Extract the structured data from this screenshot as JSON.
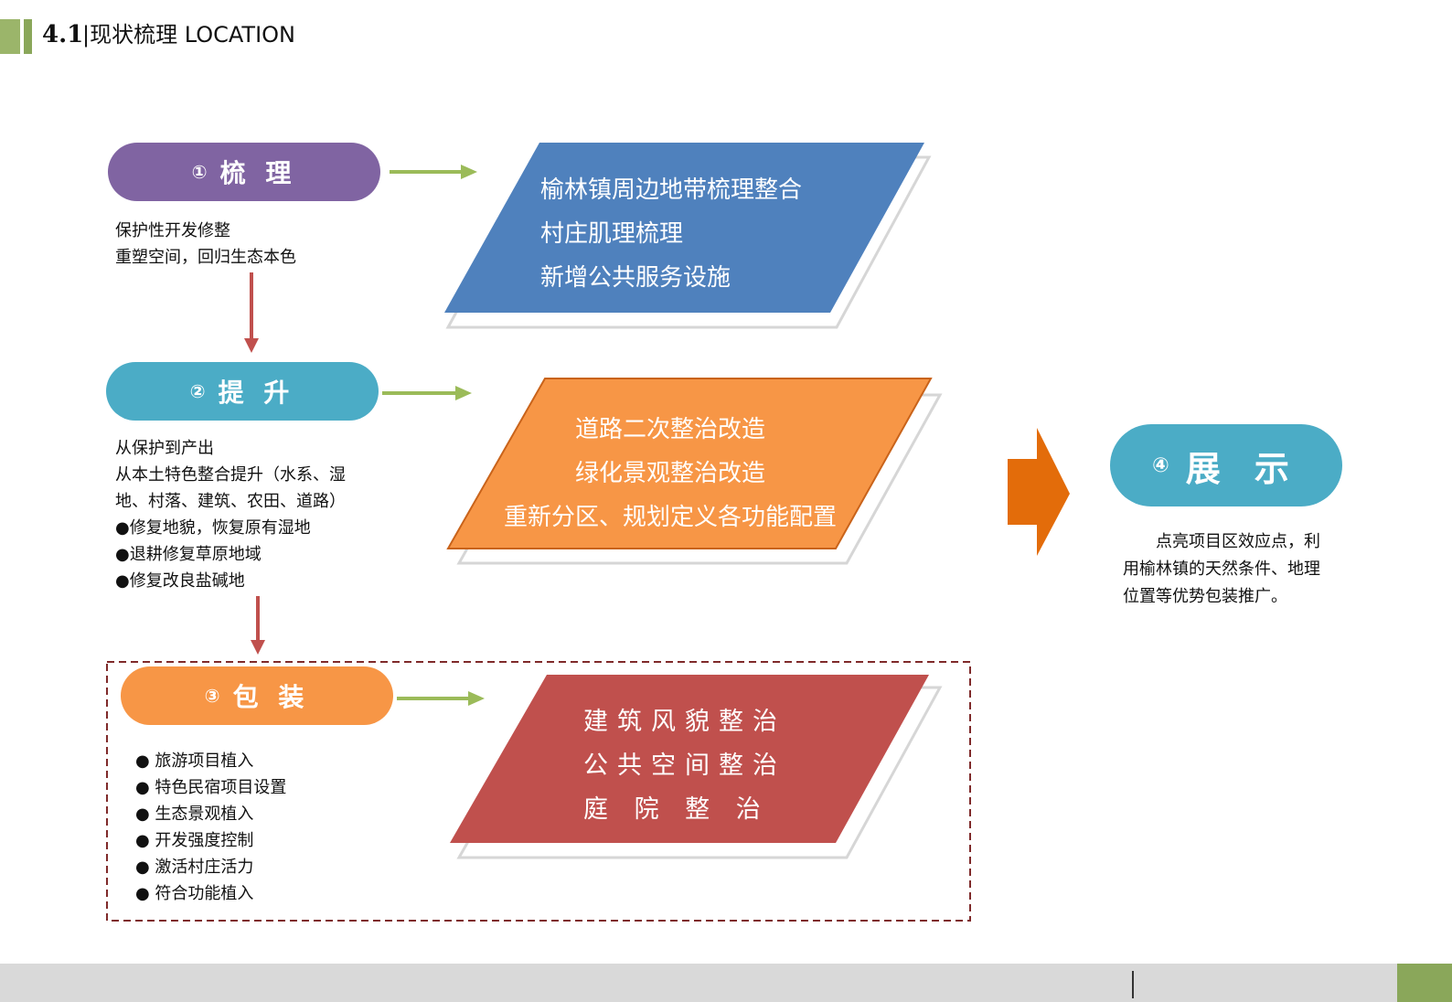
{
  "header": {
    "number": "4.1",
    "title": "|现状梳理  LOCATION"
  },
  "colors": {
    "purple": "#8064a2",
    "teal": "#4bacc6",
    "orange": "#f79646",
    "blue": "#4f81bd",
    "red": "#c0504d",
    "dark_orange": "#e36c0a",
    "green_arrow": "#9bbb59",
    "header_green": "#8aa75a"
  },
  "steps": [
    {
      "num": "①",
      "label": "梳 理",
      "notes": [
        "保护性开发修整",
        "重塑空间，回归生态本色"
      ],
      "card": [
        "榆林镇周边地带梳理整合",
        "村庄肌理梳理",
        "新增公共服务设施"
      ]
    },
    {
      "num": "②",
      "label": "提 升",
      "notes": [
        "从保护到产出",
        "从本土特色整合提升（水系、湿",
        "地、村落、建筑、农田、道路）",
        "●修复地貌，恢复原有湿地",
        "●退耕修复草原地域",
        "●修复改良盐碱地"
      ],
      "card": [
        "道路二次整治改造",
        "绿化景观整治改造",
        "重新分区、规划定义各功能配置"
      ]
    },
    {
      "num": "③",
      "label": "包 装",
      "notes": [
        "● 旅游项目植入",
        "● 特色民宿项目设置",
        "● 生态景观植入",
        "● 开发强度控制",
        "● 激活村庄活力",
        "● 符合功能植入"
      ],
      "card": [
        "建筑风貌整治",
        "公共空间整治",
        "庭  院  整  治"
      ]
    }
  ],
  "result": {
    "num": "④",
    "label": "展 示",
    "text": [
      "　　点亮项目区效应点，利",
      "用榆林镇的天然条件、地理",
      "位置等优势包装推广。"
    ]
  }
}
